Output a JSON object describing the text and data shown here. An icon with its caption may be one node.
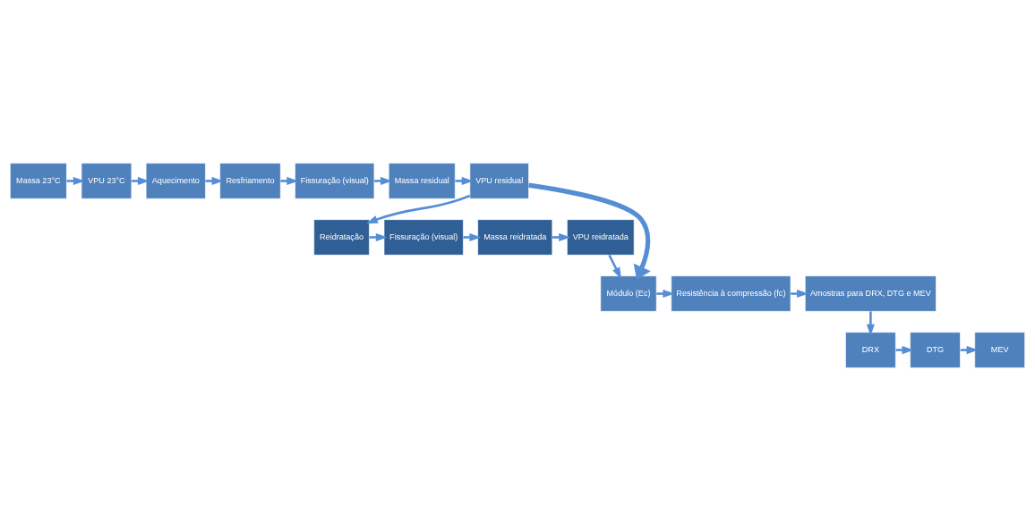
{
  "diagram": {
    "nodes": [
      {
        "text": [
          "Massa 23°C"
        ]
      },
      {
        "text": [
          "VPU 23°C"
        ]
      },
      {
        "text": [
          "Aquecimento"
        ]
      },
      {
        "text": [
          "Resfriamento"
        ]
      },
      {
        "text": [
          "Fissuração (visual)"
        ]
      },
      {
        "text": [
          "Massa residual"
        ]
      },
      {
        "text": [
          "VPU residual"
        ]
      },
      {
        "text": [
          "Reidratação"
        ]
      },
      {
        "text": [
          "Fissuração (visual)"
        ]
      },
      {
        "text": [
          "Massa reidratada"
        ]
      },
      {
        "text": [
          "VPU reidratada"
        ]
      },
      {
        "text": [
          "Módulo (Ec)"
        ]
      },
      {
        "text": [
          "Resistência à compressão (fc)"
        ]
      },
      {
        "text": [
          "Amostras para DRX, DTG e MEV"
        ]
      },
      {
        "text": [
          "DRX"
        ]
      },
      {
        "text": [
          "DTG"
        ]
      },
      {
        "text": [
          "MEV"
        ]
      }
    ],
    "edges": [
      {
        "from": 0,
        "to": 1,
        "arrow": "to"
      },
      {
        "from": 1,
        "to": 2,
        "arrow": "to"
      },
      {
        "from": 2,
        "to": 3,
        "arrow": "to"
      },
      {
        "from": 3,
        "to": 4,
        "arrow": "to"
      },
      {
        "from": 4,
        "to": 5,
        "arrow": "to"
      },
      {
        "from": 5,
        "to": 6,
        "arrow": "to"
      },
      {
        "from": 6,
        "to": 7,
        "arrow": "to"
      },
      {
        "from": 6,
        "to": 11,
        "arrow": "to",
        "style": "thick"
      },
      {
        "from": 7,
        "to": 8,
        "arrow": "to"
      },
      {
        "from": 8,
        "to": 9,
        "arrow": "to"
      },
      {
        "from": 9,
        "to": 10,
        "arrow": "to"
      },
      {
        "from": 10,
        "to": 11,
        "arrow": "to"
      },
      {
        "from": 11,
        "to": 12,
        "arrow": "to"
      },
      {
        "from": 12,
        "to": 13,
        "arrow": "to"
      },
      {
        "from": 13,
        "to": 14,
        "arrow": "to"
      },
      {
        "from": 14,
        "to": 15,
        "arrow": "to"
      },
      {
        "from": 15,
        "to": 16,
        "arrow": "to"
      }
    ]
  }
}
